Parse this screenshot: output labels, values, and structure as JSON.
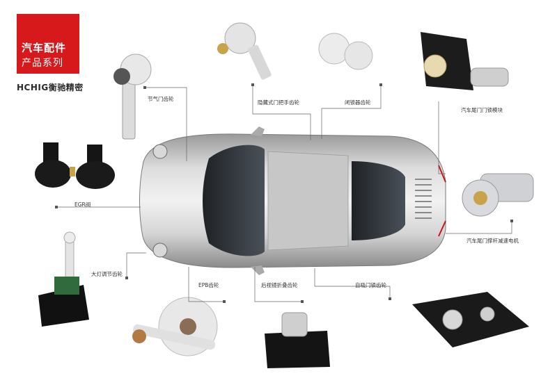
{
  "brand": {
    "title_line1": "汽车配件",
    "title_line2": "产品系列",
    "logo": "HCHIG衡驰精密",
    "accent_color": "#d7191c"
  },
  "labels": {
    "throttle_gear": "节气门齿轮",
    "hidden_handle_gear": "隐藏式门把手齿轮",
    "lock_gear": "闭锁器齿轮",
    "tailgate_lock_module": "汽车尾门门锁模块",
    "egr_valve": "EGR阀",
    "tailgate_strut_motor": "汽车尾门撑杆减速电机",
    "headlight_gear": "大灯调节齿轮",
    "epb_gear": "EPB齿轮",
    "mirror_fold_gear": "后视镜折叠齿轮",
    "self_suction_gear": "自吸门锁齿轮"
  }
}
